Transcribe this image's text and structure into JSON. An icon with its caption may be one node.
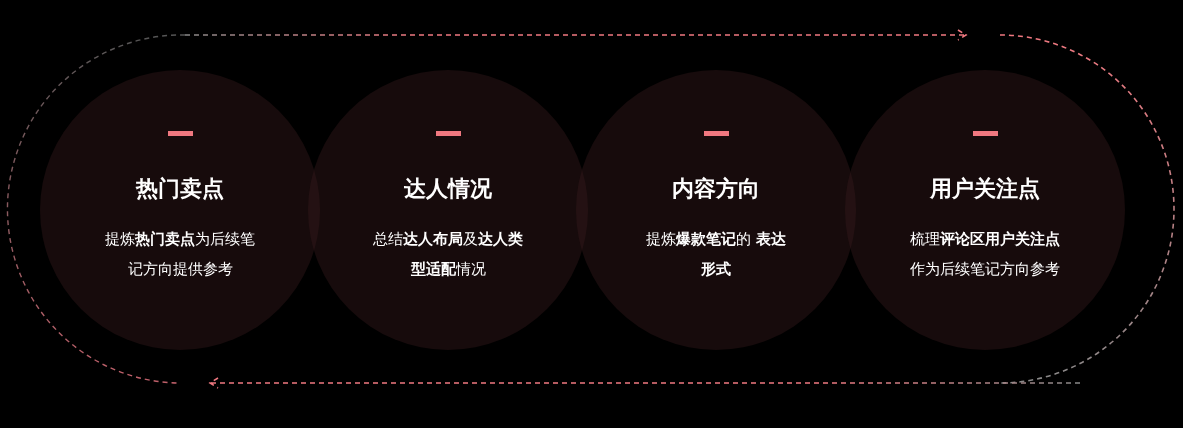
{
  "diagram": {
    "nodes": [
      {
        "text": [
          "热门卖点",
          "提炼**热门卖点**为后续笔记方向提供参考"
        ]
      },
      {
        "text": [
          "达人情况",
          "总结**达人布局**及**达人类型适配**情况"
        ]
      },
      {
        "text": [
          "内容方向",
          "提炼**爆款笔记**的 **表达形式**"
        ]
      },
      {
        "text": [
          "用户关注点",
          "梳理**评论区用户关注点**作为后续笔记方向参考"
        ]
      }
    ],
    "edges": []
  }
}
